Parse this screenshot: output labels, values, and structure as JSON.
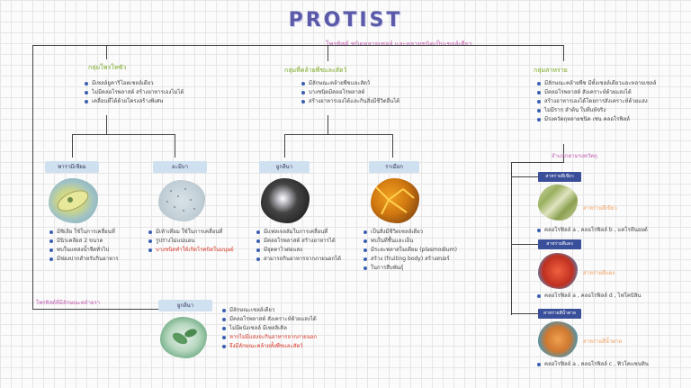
{
  "title": "PROTIST",
  "subtitle": "โพรทิสต์ ชนิดหลายเซลล์ และหลายชนิดเป็นเชลล์เดียว",
  "groups": [
    {
      "label": "กลุ่มโพรโทซัว",
      "bullets": [
        "มีเซลล์ยูคาริโอตเซลล์เดียว",
        "ไม่มีคลอโรพลาสต์ สร้างอาหารเองไม่ได้",
        "เคลื่อนที่ได้ด้วยโครงสร้างพิเศษ"
      ]
    },
    {
      "label": "กลุ่มที่คล้ายพืชและสัตว์",
      "bullets": [
        "มีลักษณะคล้ายพืชและสัตว์",
        "บางชนิดมีคลอโรพลาสต์",
        "สร้างอาหารเองได้และกินสิ่งมีชีวิตอื่นได้"
      ]
    },
    {
      "label": "กลุ่มสาหร่าย",
      "bullets": [
        "มีลักษณะคล้ายพืช มีทั้งเซลล์เดียวและหลายเซลล์",
        "มีคลอโรพลาสต์ สังเคราะห์ด้วยแสงได้",
        "สร้างอาหารเองได้โดยการสังเคราะห์ด้วยแสง",
        "ไม่มีราก ลำต้น ใบที่แท้จริง",
        "มีรงควัตถุหลายชนิด เช่น คลอโรฟิลล์"
      ]
    }
  ],
  "algae_caption": "จำแนกตามรงควัตถุ",
  "side_note": "โพรทิสต์ที่มีลักษณะคล้ายรา",
  "items": [
    {
      "label": "พารามีเซียม",
      "bullets": [
        "มีซิเลีย ใช้ในการเคลื่อนที่",
        "มีนิวเคลียส 2 ขนาด",
        "พบในแหล่งน้ำจืดทั่วไป",
        "มีช่องปากสำหรับกินอาหาร"
      ]
    },
    {
      "label": "อะมีบา",
      "bullets": [
        "มีเท้าเทียม ใช้ในการเคลื่อนที่",
        "รูปร่างไม่แน่นอน",
        "บางชนิดทำให้เกิดโรคบิดในมนุษย์"
      ]
    },
    {
      "label": "ยูกลีนา",
      "bullets": [
        "มีแฟลเจลลัมในการเคลื่อนที่",
        "มีคลอโรพลาสต์ สร้างอาหารได้",
        "มีจุดตาไวต่อแสง",
        "สามารถกินอาหารจากภายนอกได้"
      ]
    },
    {
      "label": "ราเมือก",
      "bullets": [
        "เป็นสิ่งมีชีวิตเซลล์เดียว",
        "พบในที่ชื้นและเย็น",
        "มีระยะพลาสโมเดียม (plasmodium)",
        "สร้าง (fruiting body) สร้างสปอร์",
        "ในการสืบพันธุ์"
      ]
    },
    {
      "label": "ยูกลีนา",
      "bullets": [
        "มีลักษณะเซลล์เดียว",
        "มีคลอโรพลาสต์ สังเคราะห์ด้วยแสงได้",
        "ไม่มีผนังเซลล์ มีเพลลิเคิล",
        "หากไม่มีแสงจะกินอาหารจากภายนอก",
        "จึงมีลักษณะคล้ายทั้งพืชและสัตว์"
      ]
    }
  ],
  "algae": [
    {
      "label": "สาหร่ายสีเขียว",
      "name": "สาหร่ายสีเขียว",
      "note": "คลอโรฟิลล์ a , คลอโรฟิลล์ b , แคโรทีนอยด์"
    },
    {
      "label": "สาหร่ายสีแดง",
      "name": "สาหร่ายสีแดง",
      "note": "คลอโรฟิลล์ a , คลอโรฟิลล์ d , ไฟโคบิลิน"
    },
    {
      "label": "สาหร่ายสีน้ำตาล",
      "name": "สาหร่ายสีน้ำตาล",
      "note": "คลอโรฟิลล์ a , คลอโรฟิลล์ c , ฟิวโคแซนทิน"
    }
  ]
}
